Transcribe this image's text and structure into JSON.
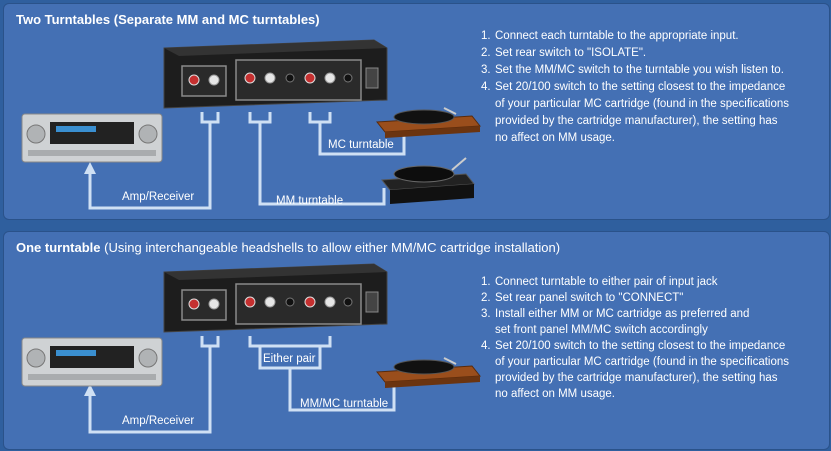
{
  "top": {
    "title_bold": "Two Turntables",
    "title_rest": "(Separate MM and MC turntables)",
    "steps": [
      {
        "num": "1.",
        "lines": [
          "Connect each turntable to the appropriate input."
        ]
      },
      {
        "num": "2.",
        "lines": [
          "Set rear switch to \"ISOLATE\"."
        ]
      },
      {
        "num": "3.",
        "lines": [
          "Set the MM/MC switch to the turntable you wish listen to."
        ]
      },
      {
        "num": "4.",
        "lines": [
          "Set 20/100 switch to the setting closest to the impedance",
          "of your particular MC cartridge (found in the specifications",
          "provided by the cartridge manufacturer), the setting has",
          "no affect on MM usage."
        ]
      }
    ],
    "label_mc": "MC  turntable",
    "label_mm": "MM  turntable",
    "label_amp": "Amp/Receiver"
  },
  "bottom": {
    "title_bold": "One turntable",
    "title_rest": "(Using interchangeable headshells to allow either MM/MC cartridge installation)",
    "steps": [
      {
        "num": "1.",
        "lines": [
          "Connect turntable to either pair of input jack"
        ]
      },
      {
        "num": "2.",
        "lines": [
          "Set rear panel switch to \"CONNECT\""
        ]
      },
      {
        "num": "3.",
        "lines": [
          "Install either MM or MC cartridge as preferred and",
          "set front panel MM/MC switch accordingly"
        ]
      },
      {
        "num": "4.",
        "lines": [
          "Set 20/100 switch to the setting closest to the impedance",
          "of your particular MC cartridge (found in the specifications",
          "provided by the cartridge manufacturer), the setting has",
          "no affect on MM usage."
        ]
      }
    ],
    "label_either": "Either pair",
    "label_turntable": "MM/MC  turntable",
    "label_amp": "Amp/Receiver"
  },
  "colors": {
    "background": "#2f5f9e",
    "panel": "#4470b4",
    "cable": "#cfe0f4",
    "text": "#ffffff",
    "device_dark": "#1a1a1a",
    "receiver_silver": "#cfd2d4",
    "turntable_wood": "#9a4e1c"
  }
}
